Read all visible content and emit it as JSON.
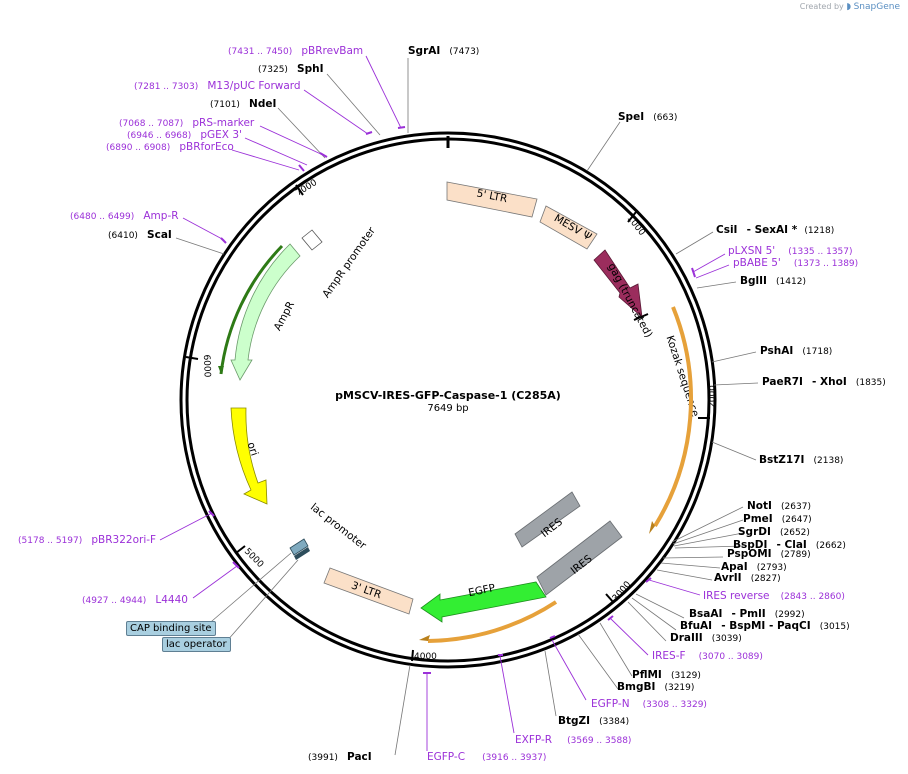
{
  "credit": {
    "prefix": "Created by",
    "brand": "SnapGene"
  },
  "plasmid": {
    "name": "pMSCV-IRES-GFP-Caspase-1 (C285A)",
    "length": "7649 bp"
  },
  "ticks": [
    "1000",
    "2000",
    "3000",
    "4000",
    "5000",
    "6000",
    "7000"
  ],
  "enzymes": [
    {
      "name": "SgrAI",
      "pos": "(7473)"
    },
    {
      "name": "SphI",
      "pos": "(7325)"
    },
    {
      "name": "NdeI",
      "pos": "(7101)"
    },
    {
      "name": "ScaI",
      "pos": "(6410)"
    },
    {
      "name": "SpeI",
      "pos": "(663)"
    },
    {
      "name": "CsiI",
      "extra": "- SexAI *",
      "pos": "(1218)"
    },
    {
      "name": "BglII",
      "pos": "(1412)"
    },
    {
      "name": "PshAI",
      "pos": "(1718)"
    },
    {
      "name": "PaeR7I",
      "extra": "- XhoI",
      "pos": "(1835)"
    },
    {
      "name": "BstZ17I",
      "pos": "(2138)"
    },
    {
      "name": "NotI",
      "pos": "(2637)"
    },
    {
      "name": "PmeI",
      "pos": "(2647)"
    },
    {
      "name": "SgrDI",
      "pos": "(2652)"
    },
    {
      "name": "BspDI",
      "extra": "- ClaI",
      "pos": "(2662)"
    },
    {
      "name": "PspOMI",
      "pos": "(2789)"
    },
    {
      "name": "ApaI",
      "pos": "(2793)"
    },
    {
      "name": "AvrII",
      "pos": "(2827)"
    },
    {
      "name": "BsaAI",
      "extra": "- PmlI",
      "pos": "(2992)"
    },
    {
      "name": "BfuAI",
      "extra": "- BspMI - PaqCI",
      "pos": "(3015)"
    },
    {
      "name": "DraIII",
      "pos": "(3039)"
    },
    {
      "name": "PflMI",
      "pos": "(3129)"
    },
    {
      "name": "BmgBI",
      "pos": "(3219)"
    },
    {
      "name": "BtgZI",
      "pos": "(3384)"
    },
    {
      "name": "PacI",
      "pos": "(3991)"
    }
  ],
  "primers": [
    {
      "name": "pBRrevBam",
      "pos": "(7431 .. 7450)"
    },
    {
      "name": "M13/pUC Forward",
      "pos": "(7281 .. 7303)"
    },
    {
      "name": "pRS-marker",
      "pos": "(7068 .. 7087)"
    },
    {
      "name": "pGEX 3'",
      "pos": "(6946 .. 6968)"
    },
    {
      "name": "pBRforEco",
      "pos": "(6890 .. 6908)"
    },
    {
      "name": "Amp-R",
      "pos": "(6480 .. 6499)"
    },
    {
      "name": "pLXSN 5'",
      "pos": "(1335 .. 1357)"
    },
    {
      "name": "pBABE 5'",
      "pos": "(1373 .. 1389)"
    },
    {
      "name": "IRES reverse",
      "pos": "(2843 .. 2860)"
    },
    {
      "name": "IRES-F",
      "pos": "(3070 .. 3089)"
    },
    {
      "name": "EGFP-N",
      "pos": "(3308 .. 3329)"
    },
    {
      "name": "EXFP-R",
      "pos": "(3569 .. 3588)"
    },
    {
      "name": "EGFP-C",
      "pos": "(3916 .. 3937)"
    },
    {
      "name": "pBR322ori-F",
      "pos": "(5178 .. 5197)"
    },
    {
      "name": "L4440",
      "pos": "(4927 .. 4944)"
    }
  ],
  "features": {
    "ltr5": "5' LTR",
    "mesv": "MESV Ψ",
    "gag": "gag (truncated)",
    "kozak": "Kozak sequence",
    "ires_inner": "IRES",
    "ires_outer": "IRES",
    "egfp": "EGFP",
    "ltr3": "3' LTR",
    "lac_promoter": "lac promoter",
    "ori": "ori",
    "ampr": "AmpR",
    "ampr_promoter": "AmpR promoter"
  },
  "boxes": {
    "cap": "CAP binding site",
    "lac_operator": "lac operator"
  },
  "colors": {
    "primer": "#9b30d8",
    "ltr": "#fbe0c8",
    "mesv": "#fbe0c8",
    "gag": "#9b2d5d",
    "ires": "#9ea3a8",
    "egfp": "#33ee33",
    "ori": "#ffff00",
    "ampr": "#ccffcc",
    "orange": "#e6a13a",
    "darkgreen": "#2e7a16"
  }
}
